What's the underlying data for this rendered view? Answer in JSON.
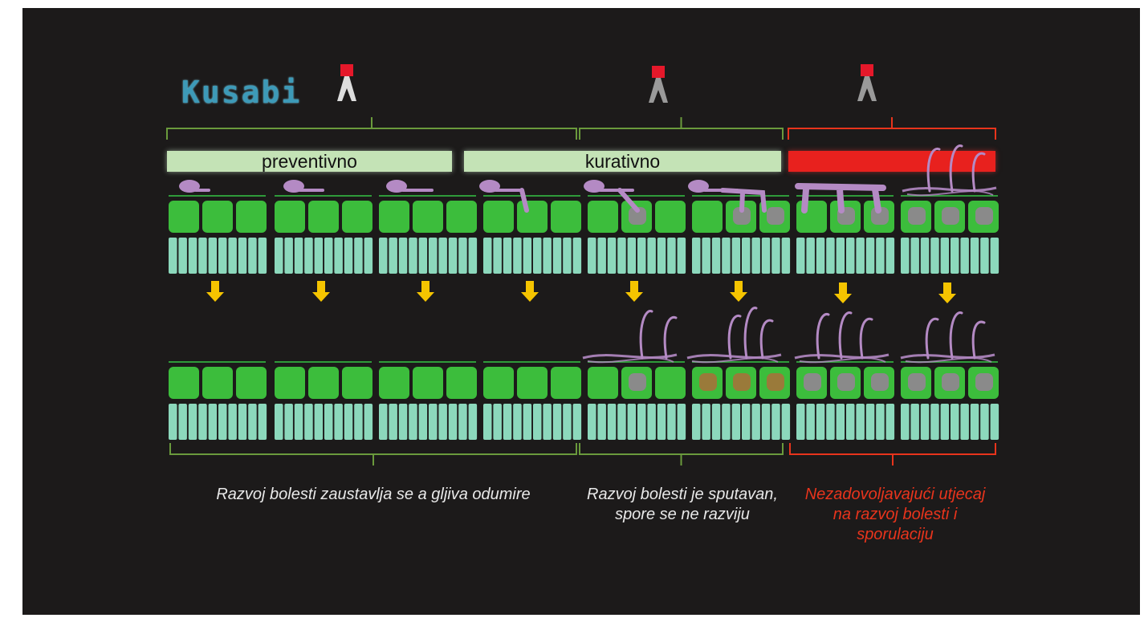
{
  "logo": {
    "text": "Kusabi",
    "color": "#3d9ab8"
  },
  "phases": {
    "preventive": "preventivno",
    "curative": "kurativno",
    "late": ""
  },
  "captions": {
    "left": "Razvoj bolesti zaustavlja se a gljiva odumire",
    "middle": "Razvoj bolesti je sputavan, spore se ne razviju",
    "right": "Nezadovoljavajući utjecaj na razvoj bolesti i sporulaciju"
  },
  "colors": {
    "background": "#1c1a1a",
    "bracket_green": "#6a9a3c",
    "bracket_red": "#e8341c",
    "phase_green": "#c4e3b6",
    "phase_red": "#e8211e",
    "cell": "#3cbd3c",
    "palisade": "#8cd8bc",
    "fungus": "#b48ac4",
    "infected": "#8a8a8a",
    "arrow": "#f5c400",
    "caption_white": "#e8e8e8",
    "caption_red": "#e8341c"
  },
  "icons": [
    "applicator-spray-icon"
  ]
}
